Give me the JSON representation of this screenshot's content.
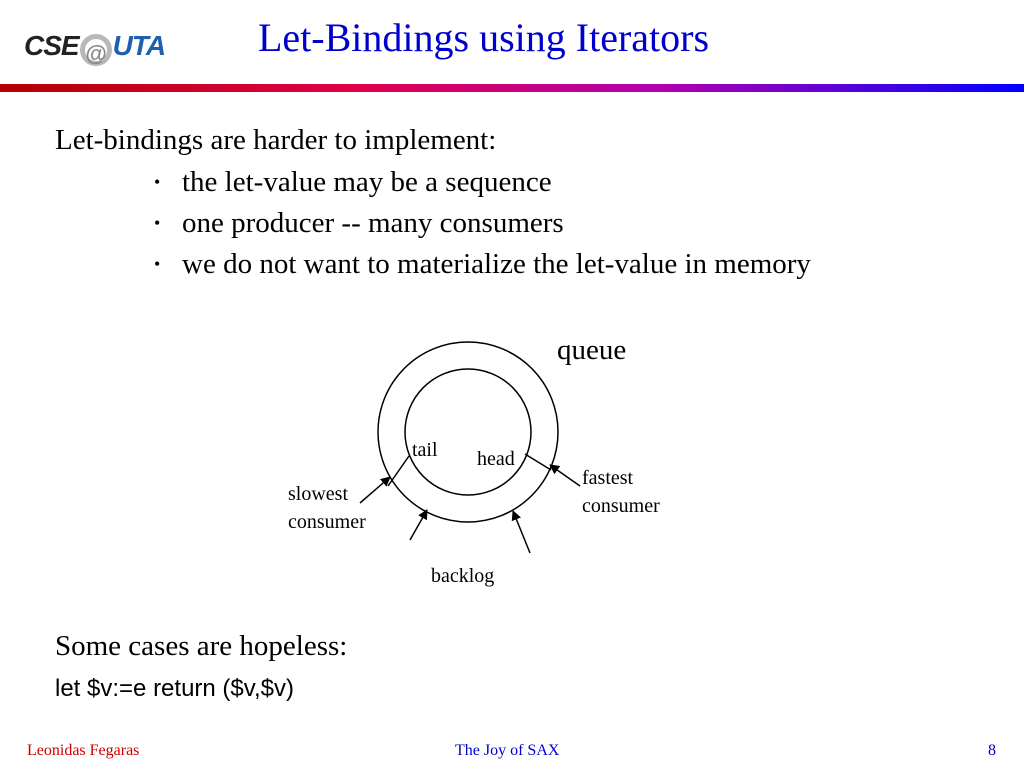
{
  "header": {
    "logo_part1": "CSE",
    "logo_at": "@",
    "logo_part2": "UTA",
    "title": "Let-Bindings using Iterators"
  },
  "body": {
    "intro": "Let-bindings are harder to implement:",
    "bullets": [
      "the let-value may be a sequence",
      "one producer -- many consumers",
      "we do not want to materialize the let-value in memory"
    ],
    "hopeless": "Some cases are hopeless:",
    "code": "let $v:=e return ($v,$v)"
  },
  "diagram": {
    "queue_label": "queue",
    "tail_label": "tail",
    "head_label": "head",
    "slowest_line1": "slowest",
    "slowest_line2": "consumer",
    "fastest_line1": "fastest",
    "fastest_line2": "consumer",
    "backlog_label": "backlog"
  },
  "footer": {
    "author": "Leonidas Fegaras",
    "talk": "The Joy of SAX",
    "page": "8"
  },
  "colors": {
    "title": "#0000cc",
    "footer_author": "#cc0000",
    "footer_other": "#0000cc"
  }
}
